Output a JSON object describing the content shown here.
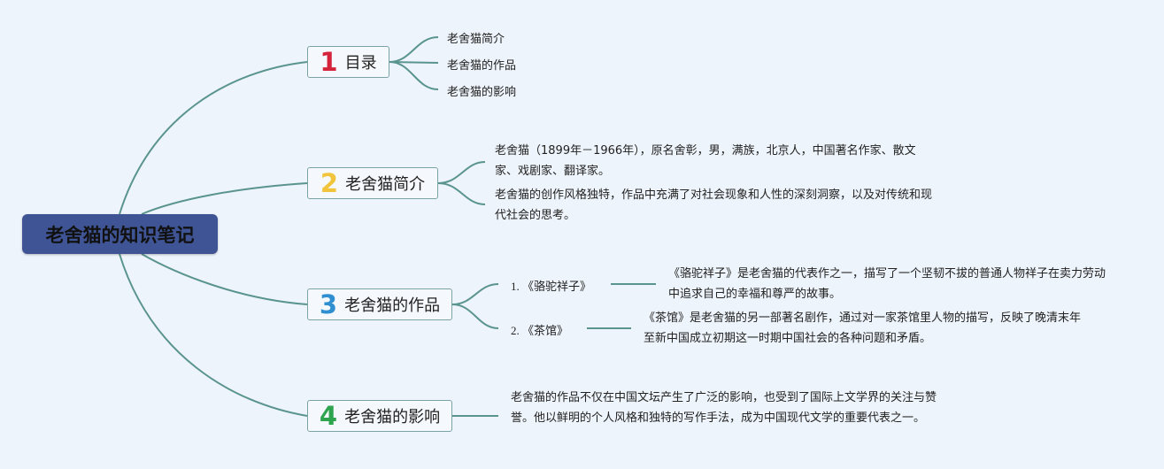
{
  "root": {
    "title": "老舍猫的知识笔记"
  },
  "branches": [
    {
      "number": "1",
      "label": "目录",
      "color": "#d4233b",
      "items": [
        "老舍猫简介",
        "老舍猫的作品",
        "老舍猫的影响"
      ]
    },
    {
      "number": "2",
      "label": "老舍猫简介",
      "color": "#f1c43b",
      "paragraphs": [
        "老舍猫（1899年－1966年），原名舍彰，男，满族，北京人，中国著名作家、散文家、戏剧家、翻译家。",
        "老舍猫的创作风格独特，作品中充满了对社会现象和人性的深刻洞察，以及对传统和现代社会的思考。"
      ]
    },
    {
      "number": "3",
      "label": "老舍猫的作品",
      "color": "#2f8fd0",
      "works": [
        {
          "title": "1. 《骆驼祥子》",
          "desc": "《骆驼祥子》是老舍猫的代表作之一，描写了一个坚韧不拔的普通人物祥子在卖力劳动中追求自己的幸福和尊严的故事。"
        },
        {
          "title": "2. 《茶馆》",
          "desc": "《茶馆》是老舍猫的另一部著名剧作，通过对一家茶馆里人物的描写，反映了晚清末年至新中国成立初期这一时期中国社会的各种问题和矛盾。"
        }
      ]
    },
    {
      "number": "4",
      "label": "老舍猫的影响",
      "color": "#2ea44f",
      "paragraphs": [
        "老舍猫的作品不仅在中国文坛产生了广泛的影响，也受到了国际上文学界的关注与赞誉。他以鲜明的个人风格和独特的写作手法，成为中国现代文学的重要代表之一。"
      ]
    }
  ],
  "colors": {
    "root_bg": "#3f5495",
    "line": "#5a948f",
    "background": "#eef4fb"
  }
}
